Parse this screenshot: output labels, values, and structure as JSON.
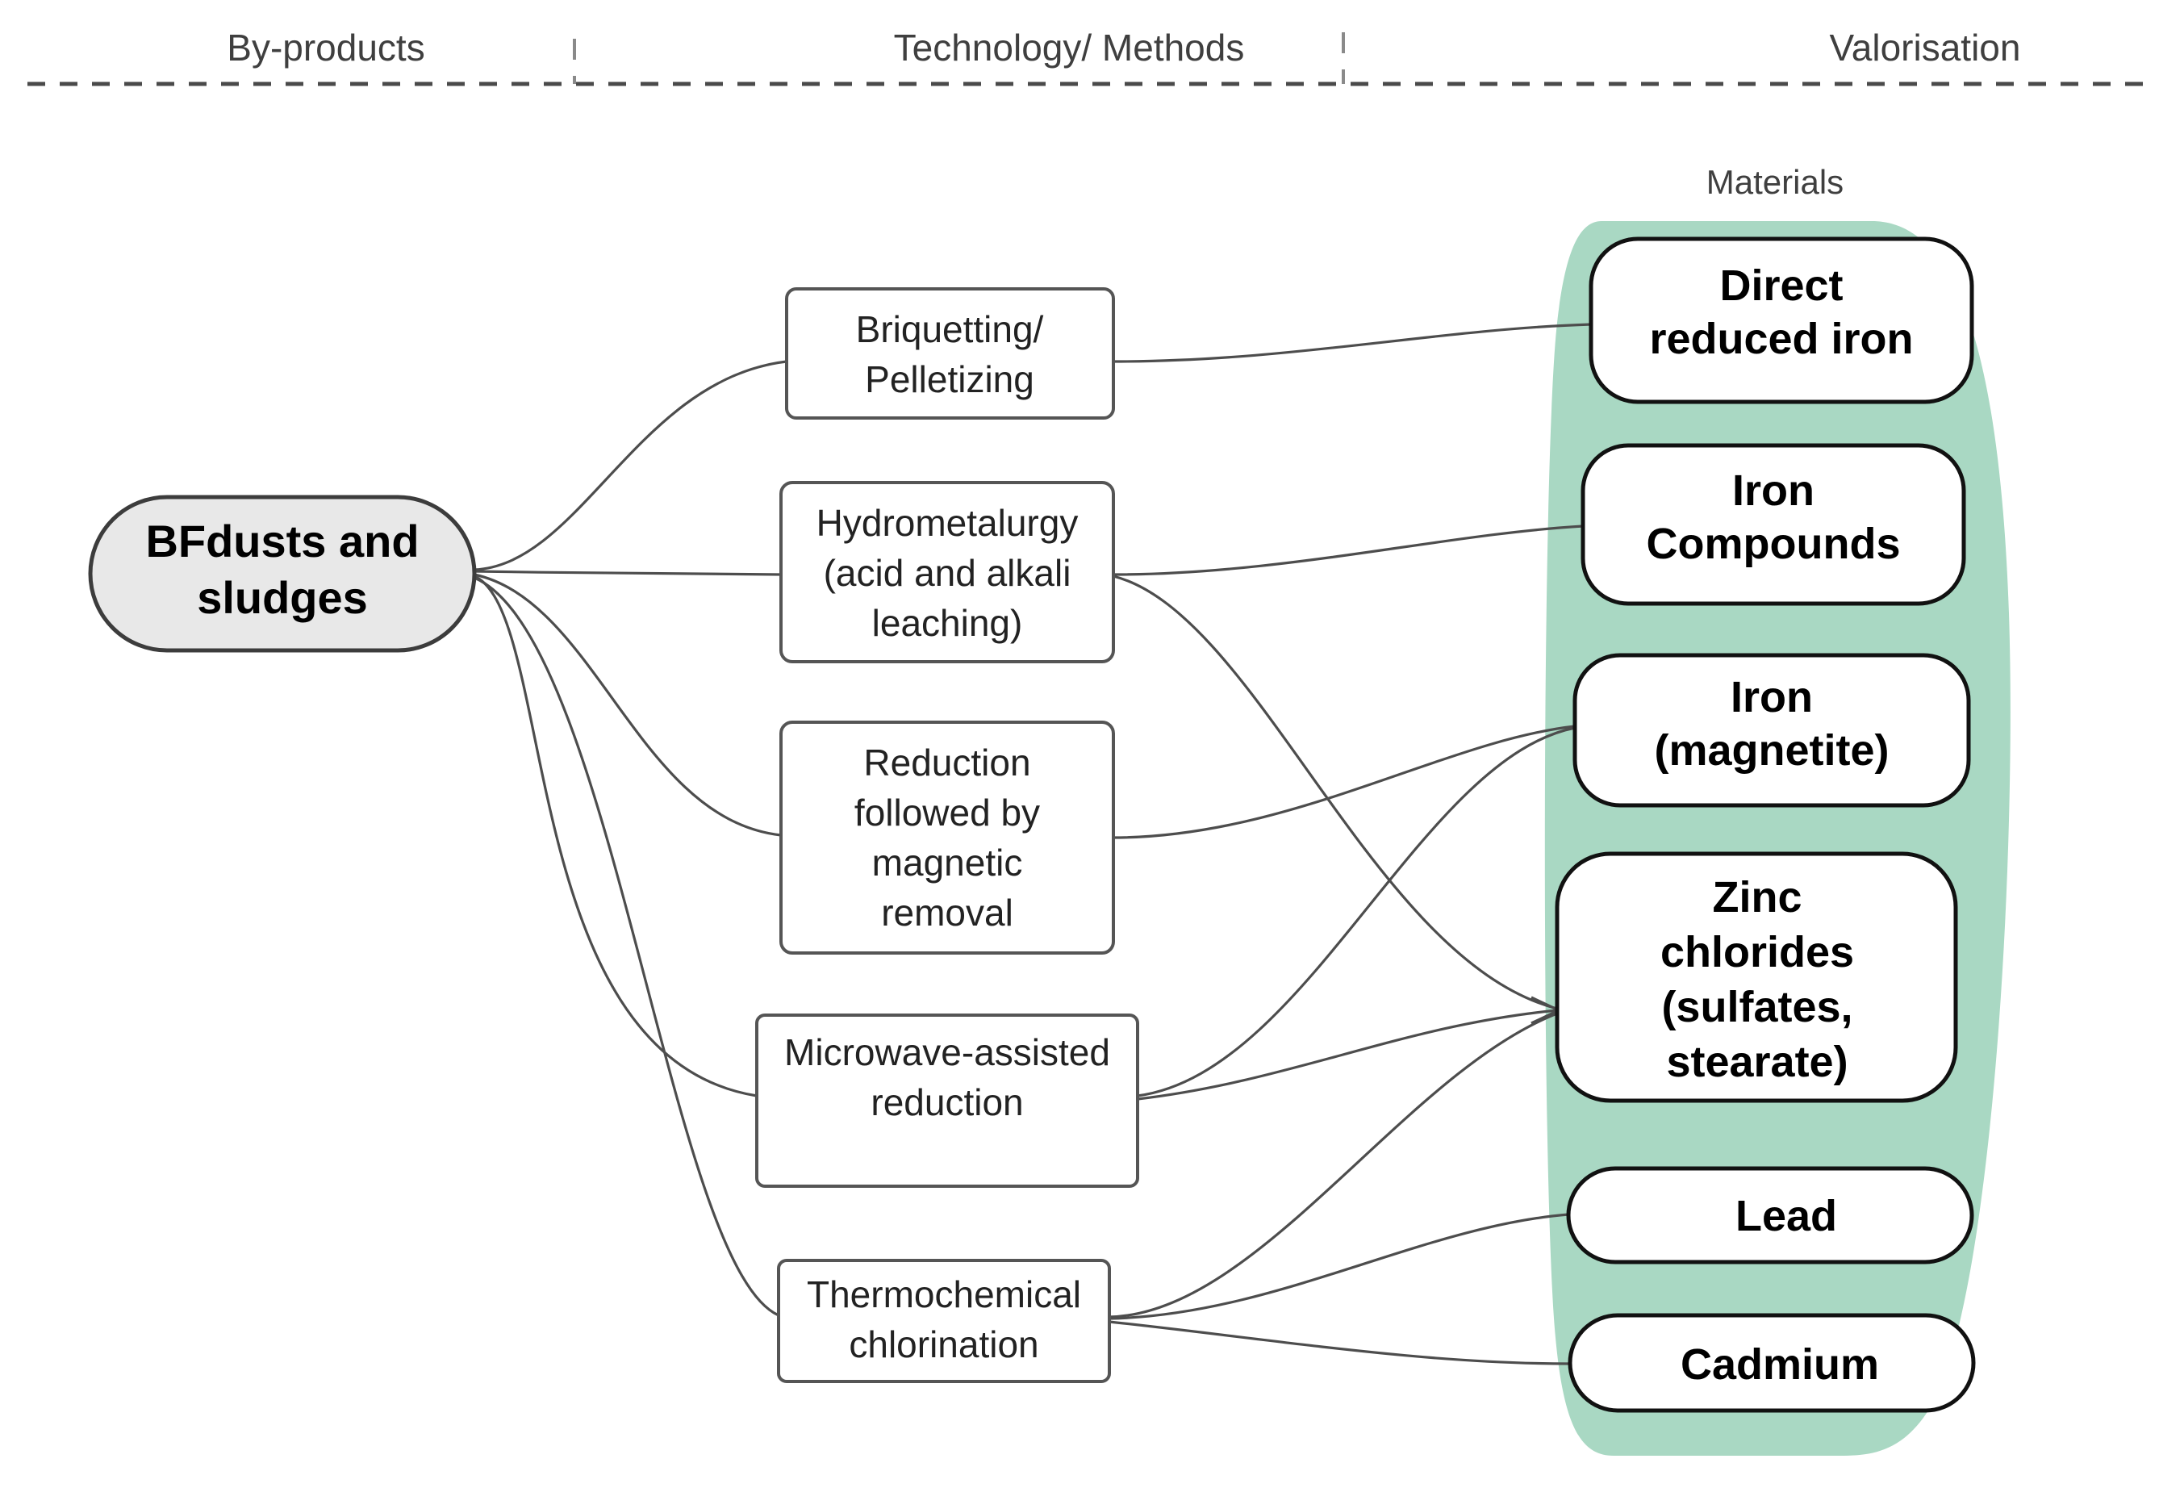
{
  "header": {
    "phases": [
      {
        "label": "By-products"
      },
      {
        "label": "Technology/ Methods"
      },
      {
        "label": "Valorisation"
      }
    ]
  },
  "colors": {
    "group_green": "#a9d8c3",
    "source_fill": "#e8e8e8",
    "edge": "#4d4d4d",
    "box_stroke": "#555555",
    "pill_stroke": "#111111",
    "label_text": "#3f3f3f"
  },
  "source": {
    "name": "bf-dusts-node",
    "line1": "BFdusts and",
    "line2": "sludges"
  },
  "technologies": [
    {
      "id": "briquetting",
      "lines": [
        "Briquetting/",
        "Pelletizing"
      ]
    },
    {
      "id": "hydrometallurgy",
      "lines": [
        "Hydrometalurgy",
        "(acid and alkali",
        "leaching)"
      ]
    },
    {
      "id": "reduction-magnetic",
      "lines": [
        "Reduction",
        "followed by",
        "magnetic",
        "removal"
      ]
    },
    {
      "id": "microwave-reduction",
      "lines": [
        "Microwave-assisted",
        "reduction"
      ]
    },
    {
      "id": "thermochemical-chlorination",
      "lines": [
        "Thermochemical",
        "chlorination"
      ]
    }
  ],
  "valorisation": {
    "group_label": "Materials",
    "materials": [
      {
        "id": "direct-reduced-iron",
        "lines": [
          "Direct",
          "reduced iron"
        ]
      },
      {
        "id": "iron-compounds",
        "lines": [
          "Iron",
          "Compounds"
        ]
      },
      {
        "id": "iron-magnetite",
        "lines": [
          "Iron",
          "(magnetite)"
        ]
      },
      {
        "id": "zinc-chlorides",
        "lines": [
          "Zinc",
          "chlorides",
          "(sulfates,",
          "stearate)"
        ]
      },
      {
        "id": "lead",
        "lines": [
          "Lead"
        ]
      },
      {
        "id": "cadmium",
        "lines": [
          "Cadmium"
        ]
      }
    ]
  },
  "edges": [
    {
      "from": "bf-dusts-node",
      "to": "briquetting"
    },
    {
      "from": "bf-dusts-node",
      "to": "hydrometallurgy"
    },
    {
      "from": "bf-dusts-node",
      "to": "reduction-magnetic"
    },
    {
      "from": "bf-dusts-node",
      "to": "microwave-reduction"
    },
    {
      "from": "bf-dusts-node",
      "to": "thermochemical-chlorination"
    },
    {
      "from": "briquetting",
      "to": "direct-reduced-iron"
    },
    {
      "from": "hydrometallurgy",
      "to": "iron-compounds"
    },
    {
      "from": "hydrometallurgy",
      "to": "zinc-chlorides"
    },
    {
      "from": "reduction-magnetic",
      "to": "iron-magnetite"
    },
    {
      "from": "microwave-reduction",
      "to": "iron-magnetite"
    },
    {
      "from": "microwave-reduction",
      "to": "zinc-chlorides"
    },
    {
      "from": "thermochemical-chlorination",
      "to": "zinc-chlorides"
    },
    {
      "from": "thermochemical-chlorination",
      "to": "lead"
    },
    {
      "from": "thermochemical-chlorination",
      "to": "cadmium"
    }
  ]
}
